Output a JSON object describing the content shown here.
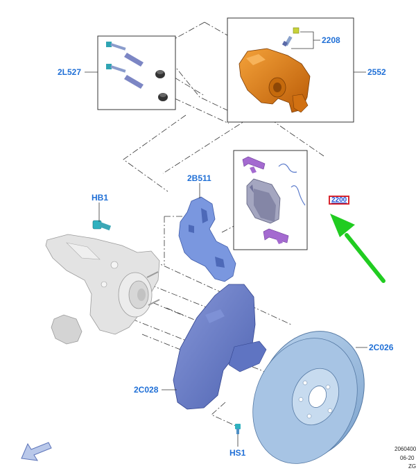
{
  "callouts": {
    "pin_kit": "2L527",
    "bleed_screw": "2208",
    "caliper": "2552",
    "bracket": "2B511",
    "bolt": "HB1",
    "pad_kit": "2200",
    "disc": "2C026",
    "shield": "2C028",
    "screw": "HS1"
  },
  "footer": {
    "code_line1": "2060400",
    "code_line2": "06-20",
    "code_line3": "ZG"
  },
  "colors": {
    "callout_text": "#1f6fd6",
    "highlight_border": "#d8262e",
    "arrow": "#22cc22",
    "caliper": "#e07b14",
    "bracket": "#6f8fd8",
    "pads": "#9a9ab6",
    "clips": "#9a62c8",
    "shield": "#6b7fc4",
    "disc": "#8fb3d9",
    "knuckle": "#d9d9d9",
    "bolts": "#3aa6b5"
  },
  "icons": {
    "nav_arrow": "arrow-down-left-icon",
    "pointer_arrow": "arrow-up-left-icon"
  }
}
